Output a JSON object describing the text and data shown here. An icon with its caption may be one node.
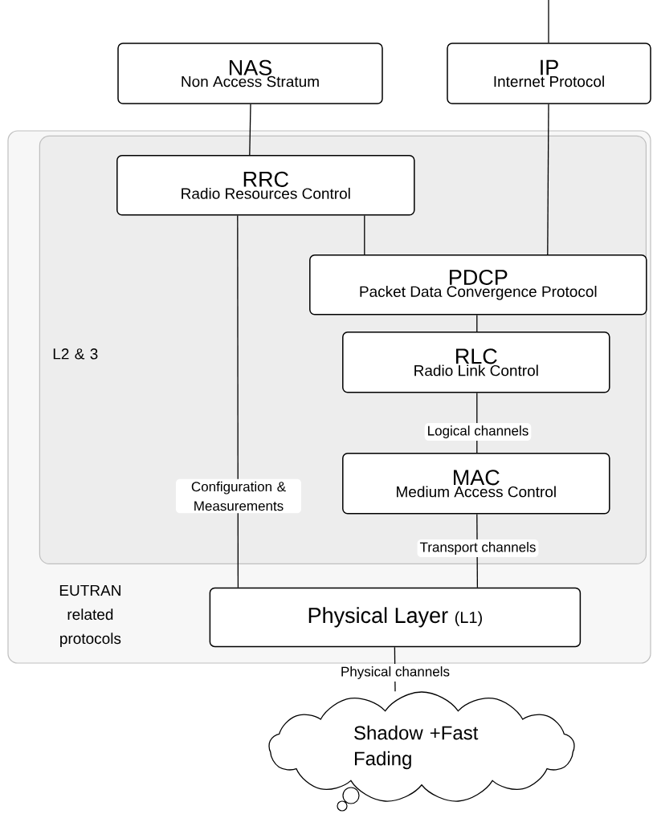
{
  "diagram": {
    "nodes": [
      {
        "text": [
          "EUTRAN related protocols"
        ]
      },
      {
        "text": [
          "L2 & 3"
        ],
        "in": 0
      },
      {
        "text": [
          "NAS",
          "Non Access Stratum"
        ]
      },
      {
        "text": [
          "IP",
          "Internet Protocol"
        ]
      },
      {
        "text": [
          "RRC",
          "Radio Resources Control"
        ],
        "in": 1
      },
      {
        "text": [
          "PDCP",
          "Packet Data Convergence Protocol"
        ],
        "in": 1
      },
      {
        "text": [
          "RLC",
          "Radio Link Control"
        ],
        "in": 1
      },
      {
        "text": [
          "MAC",
          "Medium Access Control"
        ],
        "in": 1
      },
      {
        "text": [
          "Physical Layer",
          "(L1)"
        ],
        "in": 0
      },
      {
        "text": [
          "Shadow +Fast Fading"
        ]
      }
    ],
    "edges": [
      {
        "from": null,
        "to": 3,
        "arrow": "none"
      },
      {
        "from": 2,
        "to": 4,
        "arrow": "none"
      },
      {
        "from": 3,
        "to": 5,
        "arrow": "none"
      },
      {
        "from": 4,
        "to": 5,
        "arrow": "none"
      },
      {
        "from": 5,
        "to": 6,
        "arrow": "none"
      },
      {
        "from": 6,
        "to": 7,
        "label": "Logical channels",
        "arrow": "none"
      },
      {
        "from": 4,
        "to": 8,
        "label": "Configuration & Measurements",
        "arrow": "none"
      },
      {
        "from": 7,
        "to": 8,
        "label": "Transport channels",
        "arrow": "none"
      },
      {
        "from": 8,
        "to": 9,
        "label": "Physical channels",
        "arrow": "none"
      }
    ]
  }
}
